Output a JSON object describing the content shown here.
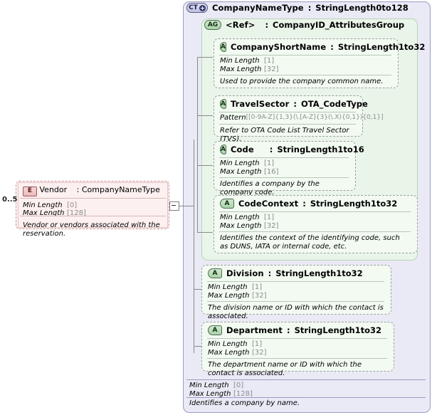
{
  "diagram": {
    "kind": "xsd-schema-diagram",
    "labels": {
      "min_length": "Min Length",
      "max_length": "Max Length",
      "pattern": "Pattern"
    }
  },
  "element": {
    "badge": "E",
    "name": "Vendor",
    "separator": ":",
    "type": "CompanyNameType",
    "occurs": "0..5",
    "facets": [
      {
        "name": "Min Length",
        "value": "[0]"
      },
      {
        "name": "Max Length",
        "value": "[128]"
      }
    ],
    "documentation": "Vendor or vendors associated with the reservation.",
    "expander_icon": "minus-icon"
  },
  "complex_type": {
    "badge": "CT",
    "badge_icon": "plus-circle-icon",
    "name": "CompanyNameType",
    "separator": ":",
    "type": "StringLength0to128",
    "facets": [
      {
        "name": "Min Length",
        "value": "[0]"
      },
      {
        "name": "Max Length",
        "value": "[128]"
      }
    ],
    "documentation": "Identifies a company by name."
  },
  "attribute_group": {
    "badge": "AG",
    "name": "<Ref>",
    "separator": ":",
    "type": "CompanyID_AttributesGroup",
    "attributes": [
      {
        "badge": "A",
        "name": "CompanyShortName",
        "separator": ":",
        "type": "StringLength1to32",
        "facets": [
          {
            "name": "Min Length",
            "value": "[1]"
          },
          {
            "name": "Max Length",
            "value": "[32]"
          }
        ],
        "documentation": "Used to provide the company common name."
      },
      {
        "badge": "A",
        "name": "TravelSector",
        "separator": ":",
        "type": "OTA_CodeType",
        "facets": [
          {
            "name": "Pattern",
            "value": "[[0-9A-Z]{1,3}(\\.[A-Z]{3}(\\.X){0,1}){0,1}]"
          }
        ],
        "documentation": "Refer to OTA Code List Travel Sector (TVS)."
      },
      {
        "badge": "A",
        "name": "Code",
        "separator": ":",
        "type": "StringLength1to16",
        "facets": [
          {
            "name": "Min Length",
            "value": "[1]"
          },
          {
            "name": "Max Length",
            "value": "[16]"
          }
        ],
        "documentation": "Identifies a company by the company code."
      },
      {
        "badge": "A",
        "name": "CodeContext",
        "separator": ":",
        "type": "StringLength1to32",
        "facets": [
          {
            "name": "Min Length",
            "value": "[1]"
          },
          {
            "name": "Max Length",
            "value": "[32]"
          }
        ],
        "documentation": "Identifies the context of the identifying code, such as DUNS, IATA or internal code, etc."
      }
    ]
  },
  "attributes": [
    {
      "badge": "A",
      "name": "Division",
      "separator": ":",
      "type": "StringLength1to32",
      "facets": [
        {
          "name": "Min Length",
          "value": "[1]"
        },
        {
          "name": "Max Length",
          "value": "[32]"
        }
      ],
      "documentation": "The division name or ID with which the contact is associated."
    },
    {
      "badge": "A",
      "name": "Department",
      "separator": ":",
      "type": "StringLength1to32",
      "facets": [
        {
          "name": "Min Length",
          "value": "[1]"
        },
        {
          "name": "Max Length",
          "value": "[32]"
        }
      ],
      "documentation": "The department name or ID with which the contact is associated."
    }
  ]
}
